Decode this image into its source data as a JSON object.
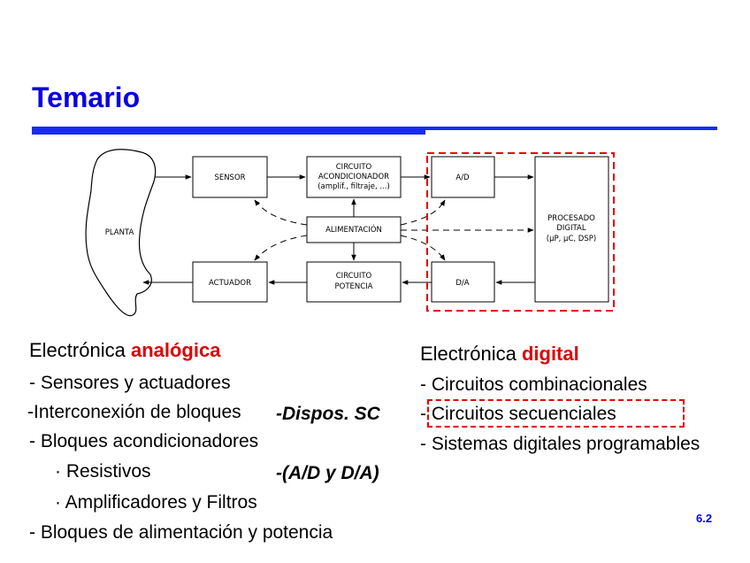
{
  "slide": {
    "title": "Temario",
    "page_number": "6.2"
  },
  "diagram": {
    "planta": "PLANTA",
    "sensor": "SENSOR",
    "acond_l1": "CIRCUITO",
    "acond_l2": "ACONDICIONADOR",
    "acond_l3": "(amplif., filtraje, ...)",
    "ad": "A/D",
    "alimentacion": "ALIMENTACIÓN",
    "proc_l1": "PROCESADO",
    "proc_l2": "DIGITAL",
    "proc_l3": "(µP, µC, DSP)",
    "actuador": "ACTUADOR",
    "potencia_l1": "CIRCUITO",
    "potencia_l2": "POTENCIA",
    "da": "D/A"
  },
  "left": {
    "heading_prefix": "Electrónica ",
    "heading_highlight": "analógica",
    "items": [
      "- Sensores y actuadores",
      "-Interconexión de bloques",
      "- Bloques acondicionadores",
      "· Resistivos",
      "· Amplificadores y Filtros",
      "- Bloques de alimentación y potencia"
    ],
    "note1": "-Dispos. SC",
    "note2": "-(A/D y D/A)"
  },
  "right": {
    "heading_prefix": "Electrónica ",
    "heading_highlight": "digital",
    "items": [
      "- Circuitos combinacionales",
      "- Circuitos secuenciales",
      "- Sistemas digitales programables"
    ]
  }
}
